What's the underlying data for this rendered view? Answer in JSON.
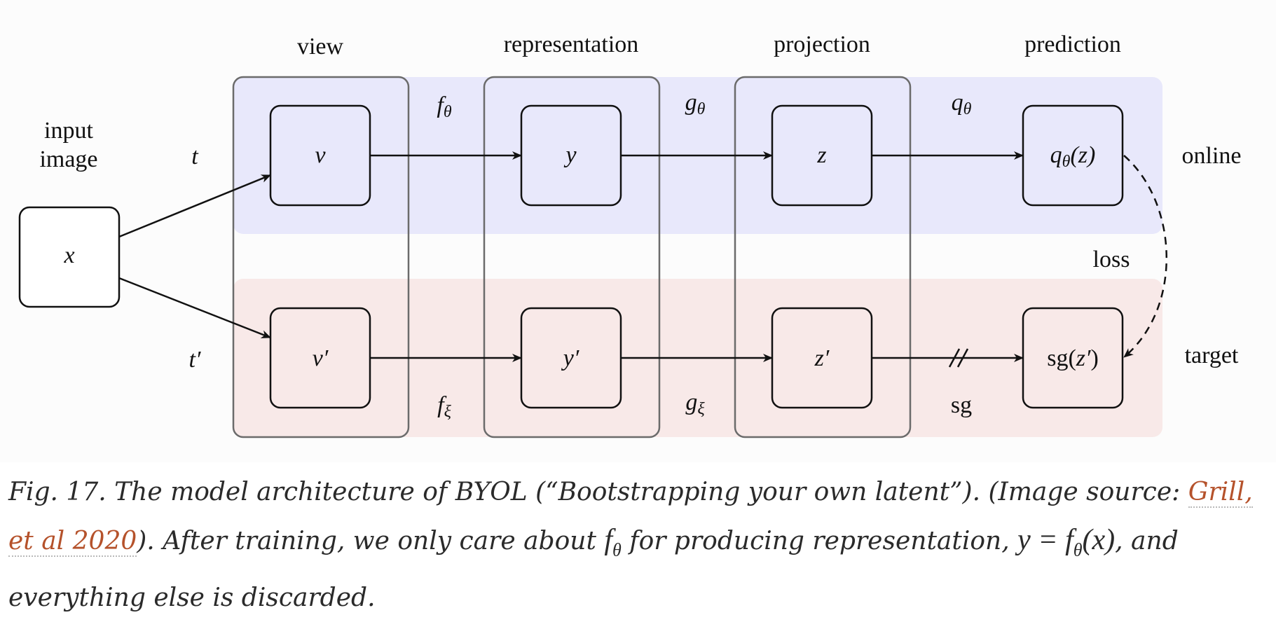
{
  "columns": {
    "view": "view",
    "representation": "representation",
    "projection": "projection",
    "prediction": "prediction"
  },
  "input": {
    "label_line1": "input",
    "label_line2": "image",
    "node": "x"
  },
  "rows": {
    "online": "online",
    "target": "target",
    "loss": "loss"
  },
  "online": {
    "aug": "t",
    "nodes": {
      "view": "v",
      "rep": "y",
      "proj": "z",
      "pred_fn": "q",
      "pred_sub": "θ",
      "pred_arg": "(z)"
    },
    "edges": {
      "f": {
        "base": "f",
        "sub": "θ"
      },
      "g": {
        "base": "g",
        "sub": "θ"
      },
      "q": {
        "base": "q",
        "sub": "θ"
      }
    }
  },
  "target": {
    "aug": "t′",
    "nodes": {
      "view": "v′",
      "rep": "y′",
      "proj": "z′",
      "sg": "sg(",
      "sg_arg": "z′",
      "sg_close": ")"
    },
    "edges": {
      "f": {
        "base": "f",
        "sub": "ξ"
      },
      "g": {
        "base": "g",
        "sub": "ξ"
      },
      "sg": "sg"
    }
  },
  "colors": {
    "online_bg": "#e8e8fb",
    "target_bg": "#f8e9e8",
    "stage_border": "#6b6b6b"
  },
  "caption": {
    "prefix": "Fig. 17. The model architecture of BYOL (“Bootstrapping your own latent”). (Image source: ",
    "link1": "Grill,",
    "link2": "et al 2020",
    "mid1": "). After training, we only care about ",
    "math1_base": "f",
    "math1_sub": "θ",
    "mid2": " for producing representation, ",
    "math2": "y = f",
    "math2_sub": "θ",
    "math2_arg": "(x)",
    "suffix": ", and everything else is discarded."
  }
}
